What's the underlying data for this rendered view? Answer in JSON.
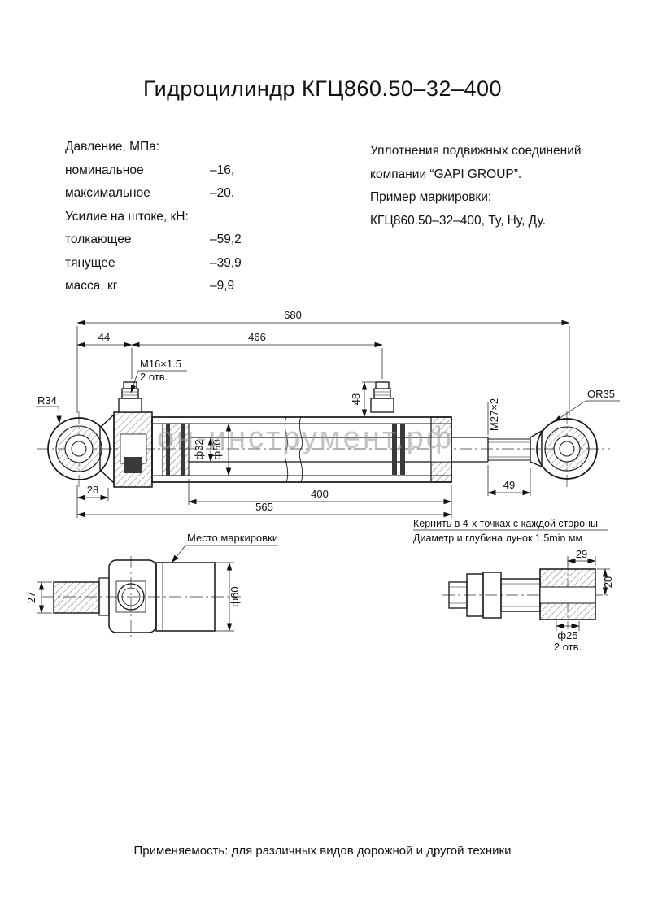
{
  "page": {
    "title": "Гидроцилиндр КГЦ860.50–32–400",
    "watermark": "он-инструмент.рф",
    "footer": "Применяемость: для различных видов дорожной и другой техники"
  },
  "specs": {
    "rows": [
      {
        "label": "Давление, МПа:",
        "value": ""
      },
      {
        "label": "номинальное",
        "value": "–16,"
      },
      {
        "label": "максимальное",
        "value": "–20."
      },
      {
        "label": "Усилие на штоке, кН:",
        "value": ""
      },
      {
        "label": "толкающее",
        "value": "–59,2"
      },
      {
        "label": "тянущее",
        "value": "–39,9"
      },
      {
        "label": "масса, кг",
        "value": "–9,9"
      }
    ]
  },
  "notes": {
    "lines": [
      "Уплотнения подвижных соединений",
      "компании “GAPI GROUP”.",
      "Пример маркировки:",
      "КГЦ860.50–32–400, Ту, Ну, Ду."
    ]
  },
  "main_drawing": {
    "dims": {
      "overall_length": "680",
      "port1_offset": "44",
      "ports_span": "466",
      "port_thread": "M16×1.5",
      "port_holes": "2 отв.",
      "port_height": "48",
      "rod_thread": "M27×2",
      "left_eye_radius": "R34",
      "right_eye_bore": "OR35",
      "rod_dia": "ф32",
      "bore_dia": "ф50",
      "base_offset": "28",
      "stroke_length": "400",
      "closed_length": "565",
      "rod_end_length": "49"
    }
  },
  "detail_left": {
    "callout": "Место маркировки",
    "body_dia": "ф60",
    "width": "27"
  },
  "detail_right": {
    "note_line1": "Кернить в 4-х точках с каждой стороны",
    "note_line2": "Диаметр и глубина лунок 1.5min мм",
    "dim_29": "29",
    "dim_20": "20",
    "hole_dia": "ф25",
    "hole_count": "2 отв."
  }
}
